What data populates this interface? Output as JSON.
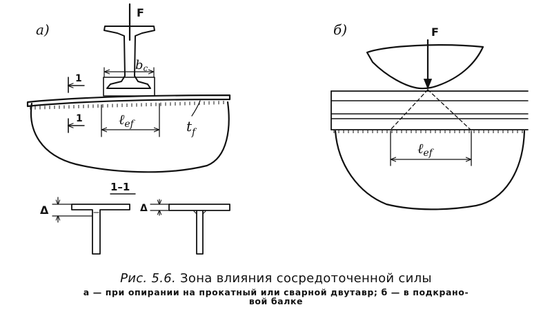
{
  "figure": {
    "panel_a": {
      "panel_label": "а)",
      "force_label": "F",
      "bearing_width_label": "b",
      "bearing_width_sub": "c",
      "effective_length_label": "ℓ",
      "effective_length_sub": "ef",
      "flange_thickness_label": "t",
      "flange_thickness_sub": "f",
      "section_mark_top": "1",
      "section_mark_bottom": "1"
    },
    "section_view": {
      "title": "1–1",
      "delta_left": "Δ",
      "delta_right": "Δ"
    },
    "panel_b": {
      "panel_label": "б)",
      "force_label": "F",
      "effective_length_label": "ℓ",
      "effective_length_sub": "ef"
    }
  },
  "caption": {
    "prefix": "Рис. 5.6.",
    "title": "Зона влияния сосредоточенной силы",
    "line1": "а — при опирании на прокатный или сварной двутавр; б — в подкрано-",
    "line2": "вой балке"
  }
}
